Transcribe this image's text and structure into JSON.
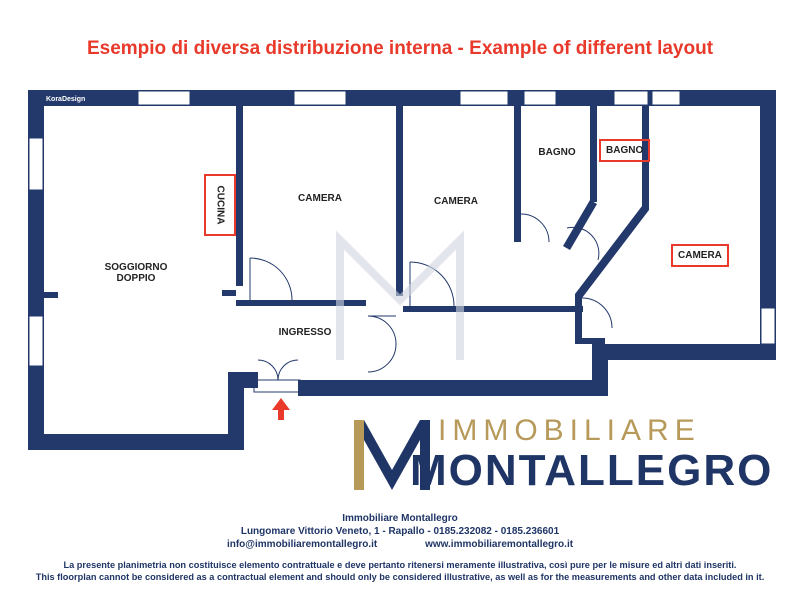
{
  "title": "Esempio di diversa distribuzione interna - Example of different layout",
  "designer": "KoraDesign",
  "rooms": {
    "soggiorno": "SOGGIORNO DOPPIO",
    "cucina": "CUCINA",
    "camera1": "CAMERA",
    "camera2": "CAMERA",
    "bagno1": "BAGNO",
    "bagno2": "BAGNO",
    "camera3": "CAMERA",
    "ingresso": "INGRESSO"
  },
  "brand": {
    "top": "IMMOBILIARE",
    "bottom": "MONTALLEGRO"
  },
  "footer": {
    "name": "Immobiliare Montallegro",
    "address": "Lungomare Vittorio Veneto, 1 - Rapallo - 0185.232082 - 0185.236601",
    "email": "info@immobiliaremontallegro.it",
    "website": "www.immobiliaremontallegro.it",
    "disclaimer_it": "La presente planimetria non costituisce elemento contrattuale e deve pertanto ritenersi meramente illustrativa, così pure per le misure ed altri dati inseriti.",
    "disclaimer_en": "This floorplan cannot be considered as a contractual element and should only be considered illustrative, as well as for the measurements and other data included in it."
  },
  "colors": {
    "wall": "#23396b",
    "highlight": "#e8392b",
    "gold": "#b79a5a",
    "arrow": "#e8392b"
  }
}
